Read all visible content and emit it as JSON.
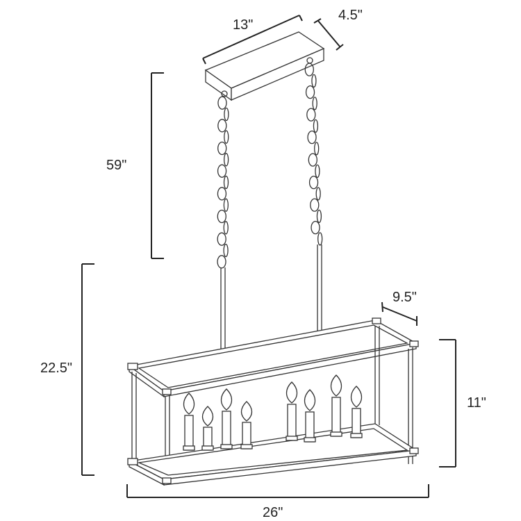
{
  "dimensions": {
    "canopy_length": "13\"",
    "canopy_width": "4.5\"",
    "chain_length": "59\"",
    "overall_height": "22.5\"",
    "fixture_depth": "9.5\"",
    "fixture_height": "11\"",
    "fixture_length": "26\""
  }
}
